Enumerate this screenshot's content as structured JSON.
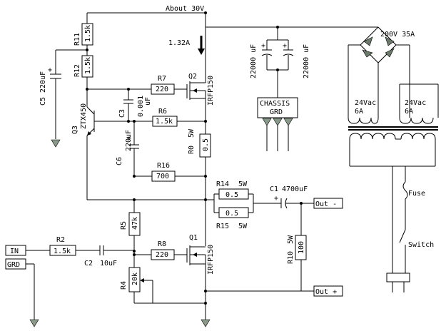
{
  "supply_label": "About 30V",
  "current_label": "1.32A",
  "r11": {
    "name": "R11",
    "value": "1.5k"
  },
  "r12": {
    "name": "R12",
    "value": "1.5k"
  },
  "c5": {
    "name": "C5",
    "value": "220uF"
  },
  "r7": {
    "name": "R7",
    "value": "220"
  },
  "r6": {
    "name": "R6",
    "value": "1.5k"
  },
  "c3": {
    "name": "C3",
    "value": "0.001",
    "unit": "uF"
  },
  "q2": {
    "name": "Q2",
    "part": "IRFP150"
  },
  "q3": {
    "name": "Q3",
    "part": "ZTX450"
  },
  "c6": {
    "name": "C6",
    "value": "220uF"
  },
  "r0": {
    "name": "R0",
    "rating": "5W",
    "value": "0.5"
  },
  "r16": {
    "name": "R16",
    "value": "700"
  },
  "r14": {
    "name": "R14",
    "rating": "5W",
    "value": "0.5"
  },
  "r15": {
    "name": "R15",
    "rating": "5W",
    "value": "0.5"
  },
  "c1": {
    "name": "C1",
    "value": "4700uF"
  },
  "out_minus": "Out -",
  "out_plus": "Out +",
  "r5": {
    "name": "R5",
    "value": "47k"
  },
  "r2": {
    "name": "R2",
    "value": "1.5k"
  },
  "c2": {
    "name": "C2",
    "value": "10uF"
  },
  "r8": {
    "name": "R8",
    "value": "220"
  },
  "q1": {
    "name": "Q1",
    "part": "IRFP150"
  },
  "r4": {
    "name": "R4",
    "value": "20k"
  },
  "r10": {
    "name": "R10",
    "rating": "5W",
    "value": "100"
  },
  "in_label": "IN",
  "grd_label": "GRD",
  "cap_bank": "22000 uF",
  "chassis": {
    "line1": "CHASSIS",
    "line2": "GRD"
  },
  "bridge": "200V 35A",
  "transformer": {
    "left_v": "24Vac",
    "left_a": "6A",
    "right_v": "24Vac",
    "right_a": "6A"
  },
  "fuse": "Fuse",
  "switch": "Switch"
}
